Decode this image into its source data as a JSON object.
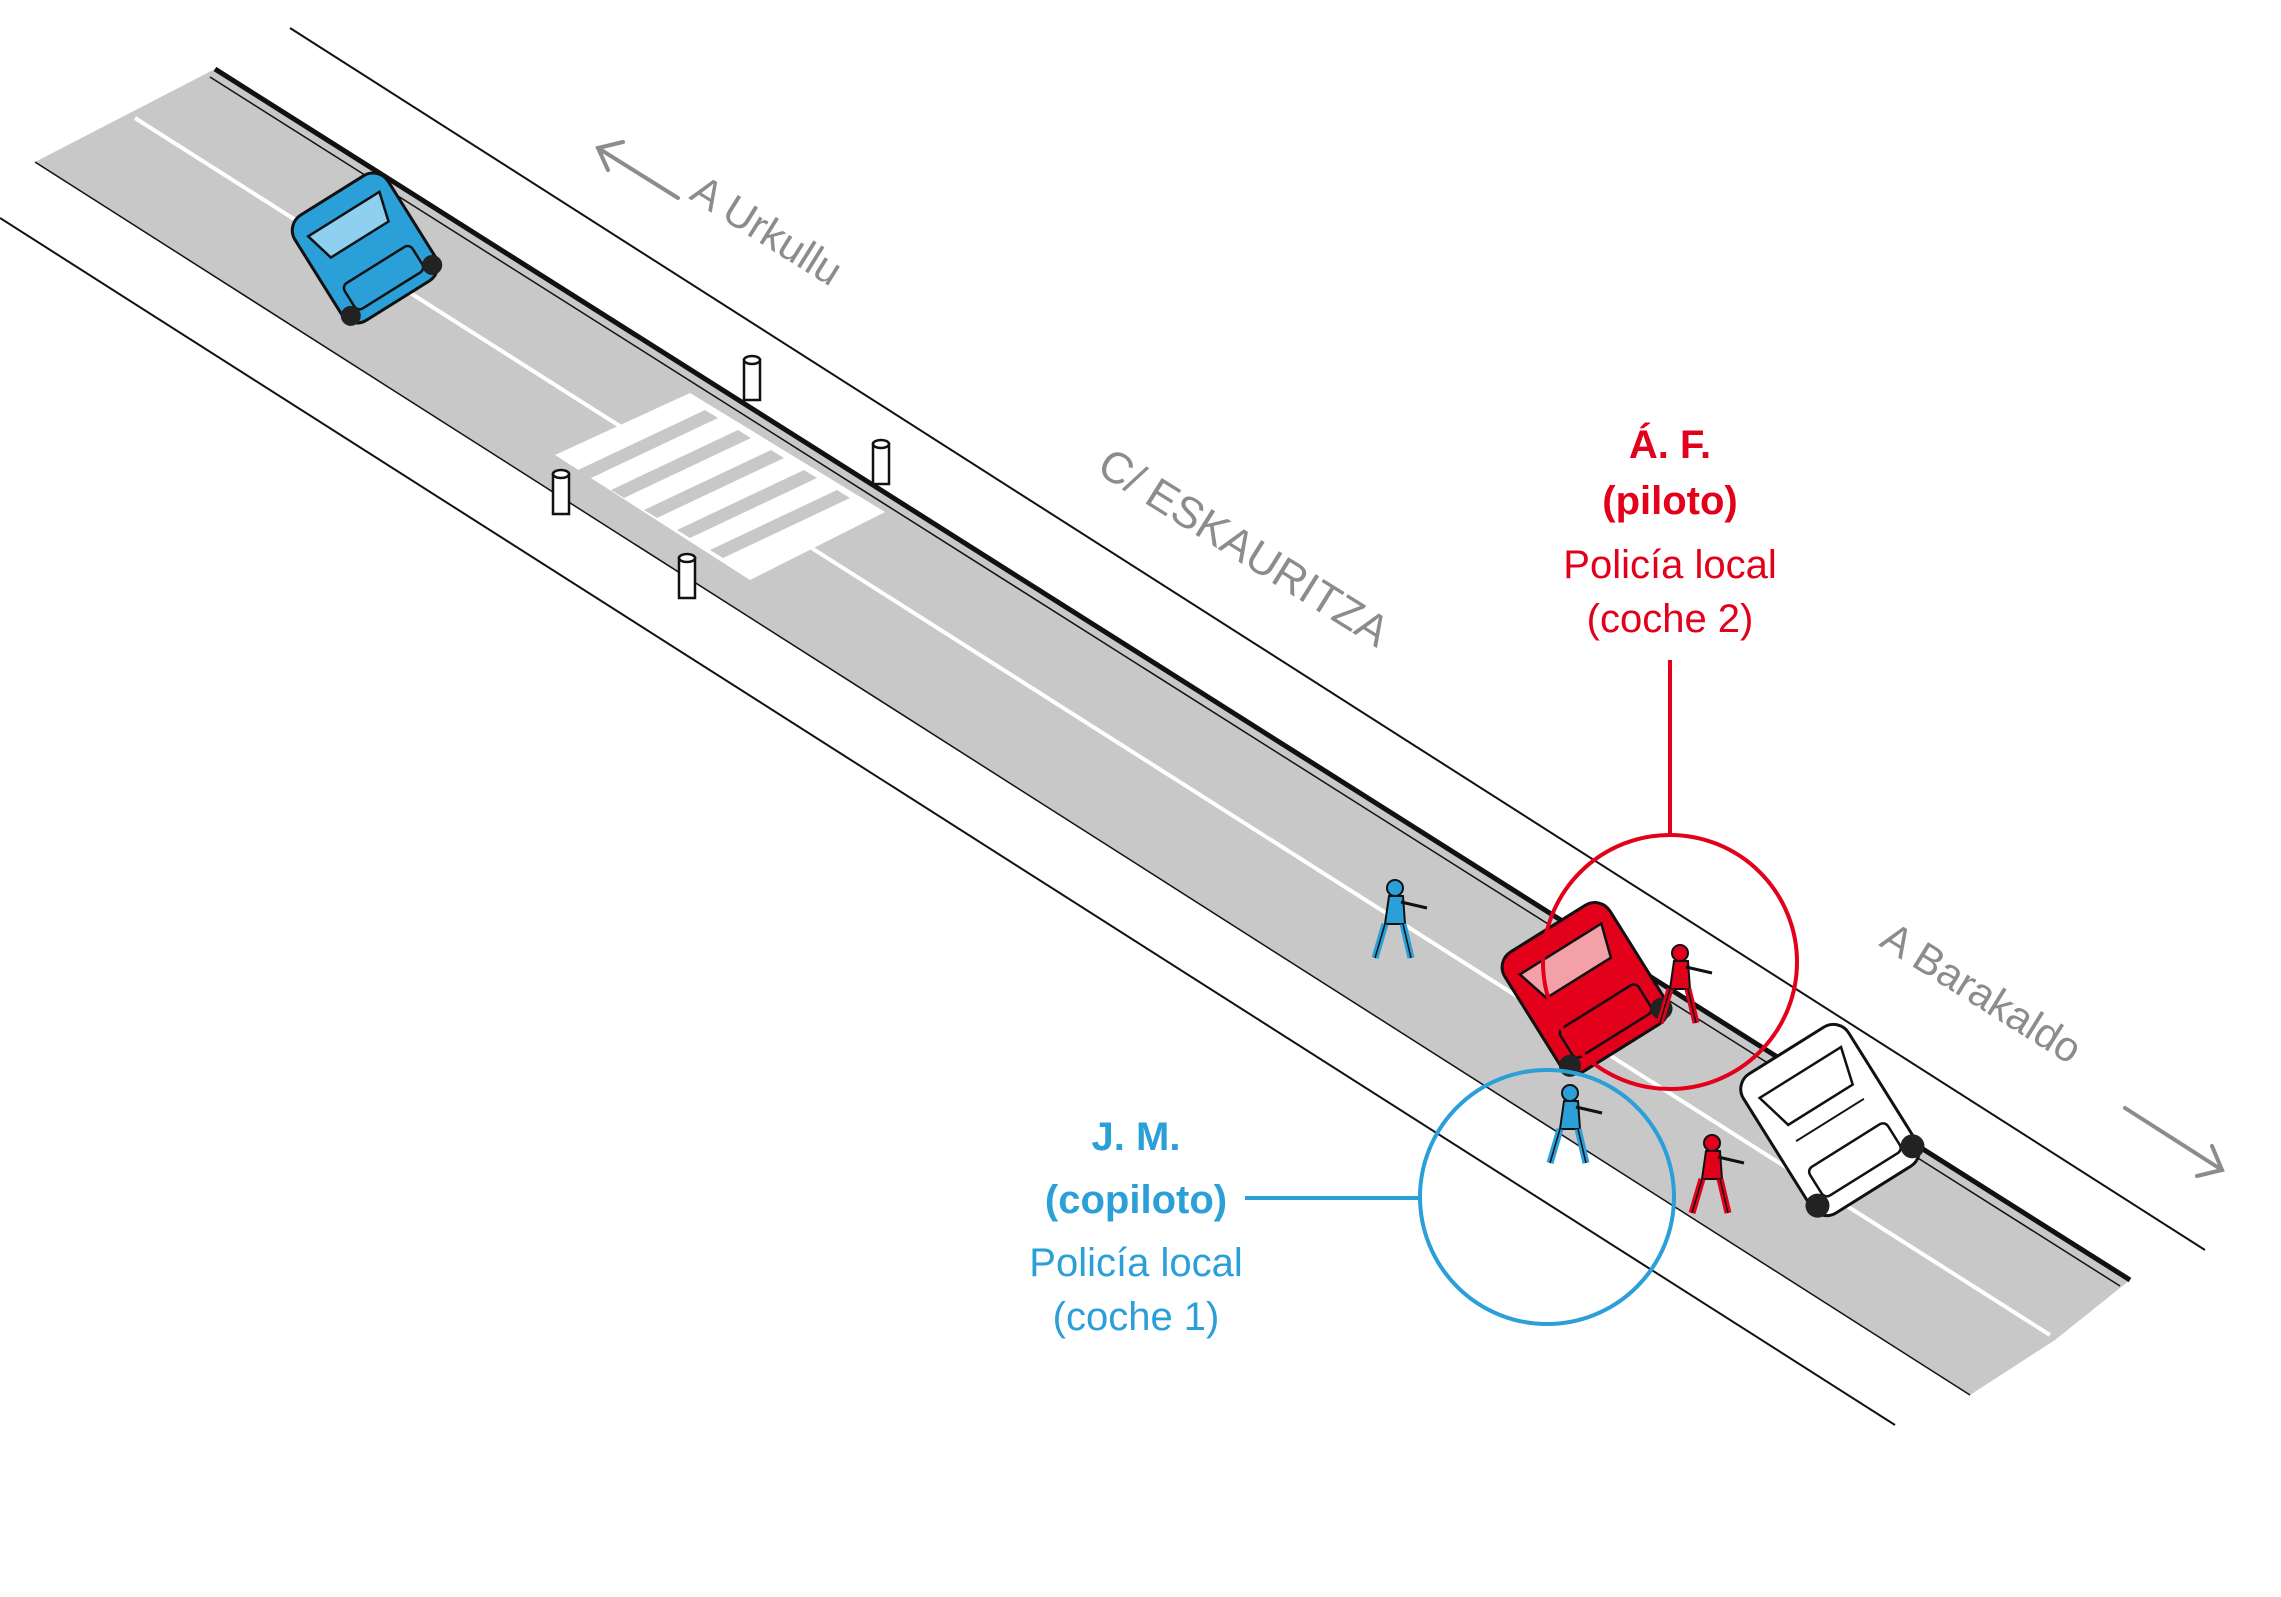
{
  "street": {
    "name": "C/ ESKAURITZA",
    "direction_left": "A Urkullu",
    "direction_right": "A Barakaldo"
  },
  "officers": {
    "pilot": {
      "initials": "Á. F.",
      "role": "(piloto)",
      "unit": "Policía local",
      "vehicle": "(coche 2)"
    },
    "copilot": {
      "initials": "J. M.",
      "role": "(copiloto)",
      "unit": "Policía local",
      "vehicle": "(coche 1)"
    }
  },
  "colors": {
    "pilot": "#e2001a",
    "copilot": "#2a9fd8",
    "road": "#c8c8c8",
    "label_gray": "#8c8c8c"
  }
}
